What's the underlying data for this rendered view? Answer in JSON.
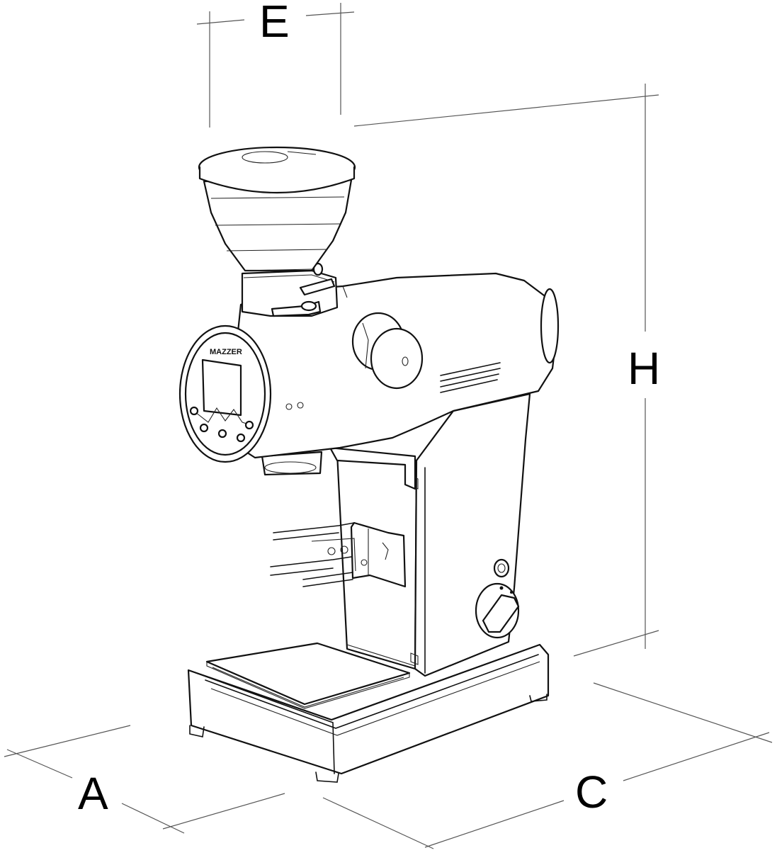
{
  "dimension_labels": {
    "A": "A",
    "C": "C",
    "E": "E",
    "H": "H"
  },
  "machine": {
    "brand_logo": "MAZZER"
  }
}
